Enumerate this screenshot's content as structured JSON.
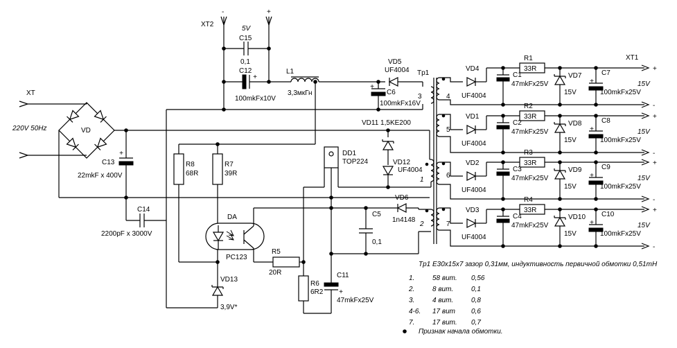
{
  "connectors": {
    "xt_in": "XT",
    "xt_in_label": "220V 50Hz",
    "xt2": "XT2",
    "xt1": "XT1",
    "minus": "-",
    "plus": "+",
    "five_v": "5V"
  },
  "components": {
    "vd": "VD",
    "c13": "C13",
    "c13_val": "22mkF x 400V",
    "c14": "C14",
    "c14_val": "2200pF x 3000V",
    "c15": "C15",
    "c15_val": "0,1",
    "c12": "C12",
    "c12_val": "100mkFx10V",
    "l1": "L1",
    "l1_val": "3,3мкГн",
    "vd5": "VD5",
    "vd5_val": "UF4004",
    "c6": "C6",
    "c6_val": "100mkFx16V",
    "tp1": "Tp1",
    "r8": "R8",
    "r8_val": "68R",
    "r7": "R7",
    "r7_val": "39R",
    "vd11": "VD11 1,5KE200",
    "vd12": "VD12",
    "vd12_val": "UF4004",
    "dd1": "DD1",
    "dd1_val": "TOP224",
    "vd6": "VD6",
    "vd6_val": "1n4148",
    "c5": "C5",
    "c5_val": "0,1",
    "da": "DA",
    "da_val": "PC123",
    "r5": "R5",
    "r5_val": "20R",
    "r6": "R6",
    "r6_val": "6R2",
    "c11": "C11",
    "c11_val": "47mkFx25V",
    "vd13": "VD13",
    "vd13_val": "3,9V*"
  },
  "windings": {
    "w1": "1",
    "w2": "2",
    "w3": "3",
    "w4": "4",
    "w5": "5",
    "w6": "6",
    "w7": "7"
  },
  "outputs": [
    {
      "vd": "VD4",
      "vd_val": "UF4004",
      "r": "R1",
      "r_val": "33R",
      "c": "C1",
      "c_val": "47mkFx25V",
      "z": "VD7",
      "z_val": "15V",
      "co": "C7",
      "co_val": "100mkFx25V",
      "v": "15V"
    },
    {
      "vd": "VD1",
      "vd_val": "UF4004",
      "r": "R2",
      "r_val": "33R",
      "c": "C2",
      "c_val": "47mkFx25V",
      "z": "VD8",
      "z_val": "15V",
      "co": "C8",
      "co_val": "100mkFx25V",
      "v": "15V"
    },
    {
      "vd": "VD2",
      "vd_val": "UF4004",
      "r": "R3",
      "r_val": "33R",
      "c": "C3",
      "c_val": "47mkFx25V",
      "z": "VD9",
      "z_val": "15V",
      "co": "C9",
      "co_val": "100mkFx25V",
      "v": "15V"
    },
    {
      "vd": "VD3",
      "vd_val": "UF4004",
      "r": "R4",
      "r_val": "33R",
      "c": "C4",
      "c_val": "47mkFx25V",
      "z": "VD10",
      "z_val": "15V",
      "co": "C10",
      "co_val": "100mkFx25V",
      "v": "15V"
    }
  ],
  "notes": {
    "title": "Tp1 E30x15x7 зазор 0,31мм, индуктивность первичной обмотки 0,51mH",
    "rows": [
      {
        "n": "1.",
        "turns": "58 вит.",
        "wire": "0,56"
      },
      {
        "n": "2.",
        "turns": "8 вит.",
        "wire": "0,1"
      },
      {
        "n": "3.",
        "turns": "4 вит.",
        "wire": "0,8"
      },
      {
        "n": "4-6.",
        "turns": "17 вит",
        "wire": "0,6"
      },
      {
        "n": "7.",
        "turns": "17 вит.",
        "wire": "0,7"
      }
    ],
    "legend": "Признак начала обмотки."
  }
}
